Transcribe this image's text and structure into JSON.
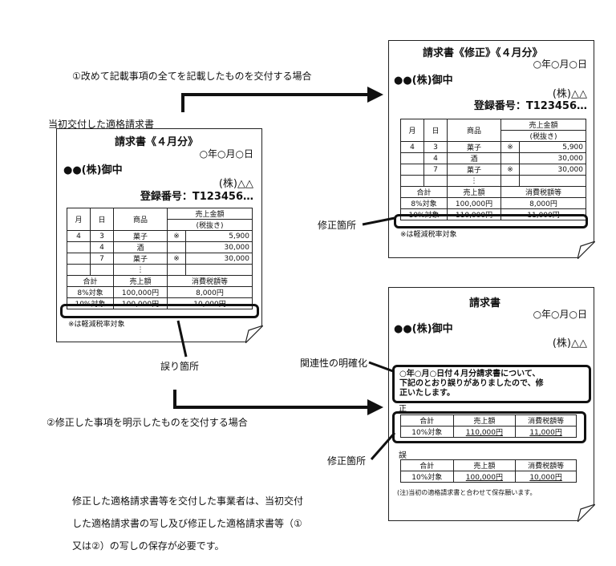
{
  "labels": {
    "case1": "①改めて記載事項の全てを記載したものを交付する場合",
    "case2": "②修正した事項を明示したものを交付する場合",
    "original": "当初交付した適格請求書",
    "error_loc": "誤り箇所",
    "fix_loc_1": "修正箇所",
    "fix_loc_2": "修正箇所",
    "relation": "関連性の明確化",
    "footer": [
      "修正した適格請求書等を交付した事業者は、当初交付",
      "した適格請求書の写し及び修正した適格請求書等（①",
      "又は②）の写しの保存が必要です。"
    ]
  },
  "doc_original": {
    "title": "請求書《４月分》",
    "date": "○年○月○日",
    "addressee": "●●(株)御中",
    "issuer": "(株)△△",
    "reg": "登録番号：T123456…",
    "head": [
      "月",
      "日",
      "商品",
      "売上金額",
      "(税抜き)"
    ],
    "rows": [
      [
        "4",
        "3",
        "菓子",
        "※",
        "5,900"
      ],
      [
        "",
        "4",
        "酒",
        "",
        "30,000"
      ],
      [
        "",
        "7",
        "菓子",
        "※",
        "30,000"
      ]
    ],
    "dots": "⋮",
    "sum_head": [
      "合計",
      "売上額",
      "消費税額等"
    ],
    "sum_rows": [
      [
        "8%対象",
        "100,000円",
        "8,000円"
      ],
      [
        "10%対象",
        "100,000円",
        "10,000円"
      ]
    ],
    "note": "※は軽減税率対象"
  },
  "doc_corrected": {
    "title": "請求書《修正》《４月分》",
    "date": "○年○月○日",
    "addressee": "●●(株)御中",
    "issuer": "(株)△△",
    "reg": "登録番号：T123456…",
    "head": [
      "月",
      "日",
      "商品",
      "売上金額",
      "(税抜き)"
    ],
    "rows": [
      [
        "4",
        "3",
        "菓子",
        "※",
        "5,900"
      ],
      [
        "",
        "4",
        "酒",
        "",
        "30,000"
      ],
      [
        "",
        "7",
        "菓子",
        "※",
        "30,000"
      ]
    ],
    "dots": "⋮",
    "sum_head": [
      "合計",
      "売上額",
      "消費税額等"
    ],
    "sum_rows": [
      [
        "8%対象",
        "100,000円",
        "8,000円"
      ],
      [
        "10%対象",
        "110,000円",
        "11,000円"
      ]
    ],
    "note": "※は軽減税率対象"
  },
  "doc_amend": {
    "title": "請求書",
    "date": "○年○月○日",
    "addressee": "●●(株)御中",
    "issuer": "(株)△△",
    "message": [
      "○年○月○日付４月分請求書について、",
      "下記のとおり誤りがありましたので、修",
      "正いたします。"
    ],
    "correct_label": "正",
    "wrong_label": "誤",
    "table_head": [
      "合計",
      "売上額",
      "消費税額等"
    ],
    "correct_row": [
      "10%対象",
      "110,000円",
      "11,000円"
    ],
    "wrong_row": [
      "10%対象",
      "100,000円",
      "10,000円"
    ],
    "footnote": "(注)当初の適格請求書と合わせて保存願います。"
  }
}
